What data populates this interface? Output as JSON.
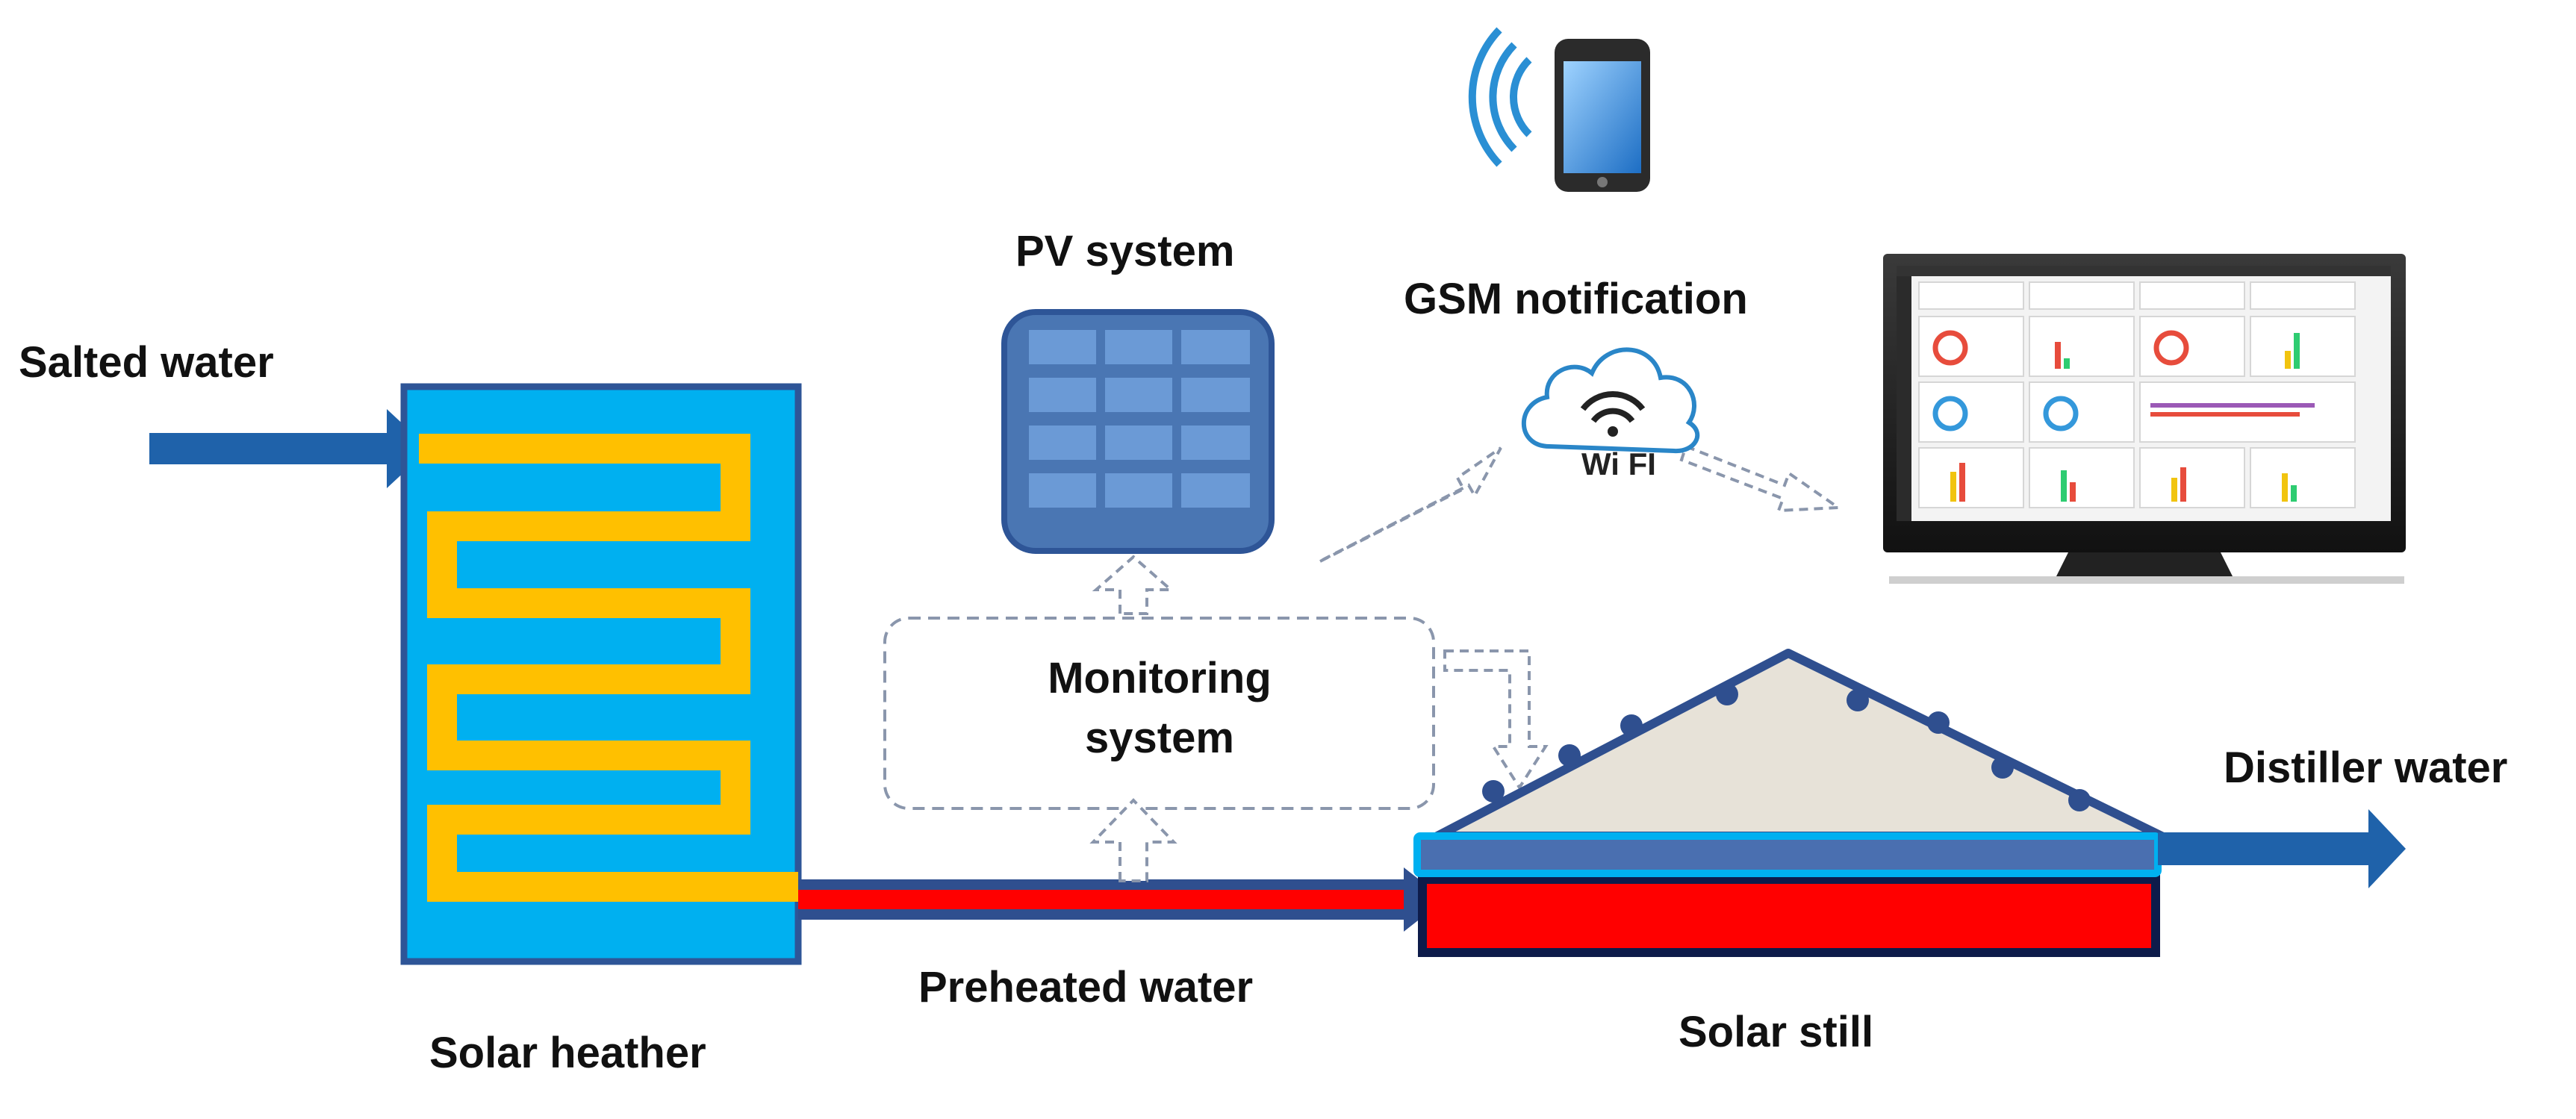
{
  "labels": {
    "salted_water": "Salted water",
    "solar_heater": "Solar heather",
    "preheated_water": "Preheated water",
    "pv_system": "PV system",
    "monitoring_line1": "Monitoring",
    "monitoring_line2": "system",
    "gsm_notification": "GSM notification",
    "wifi": "Wi FI",
    "distiller_water": "Distiller water",
    "solar_still": "Solar still"
  },
  "colors": {
    "pipe_blue": "#1f62aa",
    "heater_fill": "#00b0f0",
    "heater_border": "#2e5597",
    "coil": "#ffc000",
    "hot_red": "#ff0000",
    "still_cover": "#e7e2d8",
    "still_frame": "#2f4f8f",
    "dashed": "#8a96ac",
    "panel_fill": "#4a76b3",
    "panel_cell": "#5b8fd0"
  },
  "icons": {
    "phone": "smartphone-icon",
    "wifi_cloud": "wifi-cloud-icon",
    "monitor": "monitor-dashboard-icon",
    "pv": "solar-panel-icon"
  }
}
